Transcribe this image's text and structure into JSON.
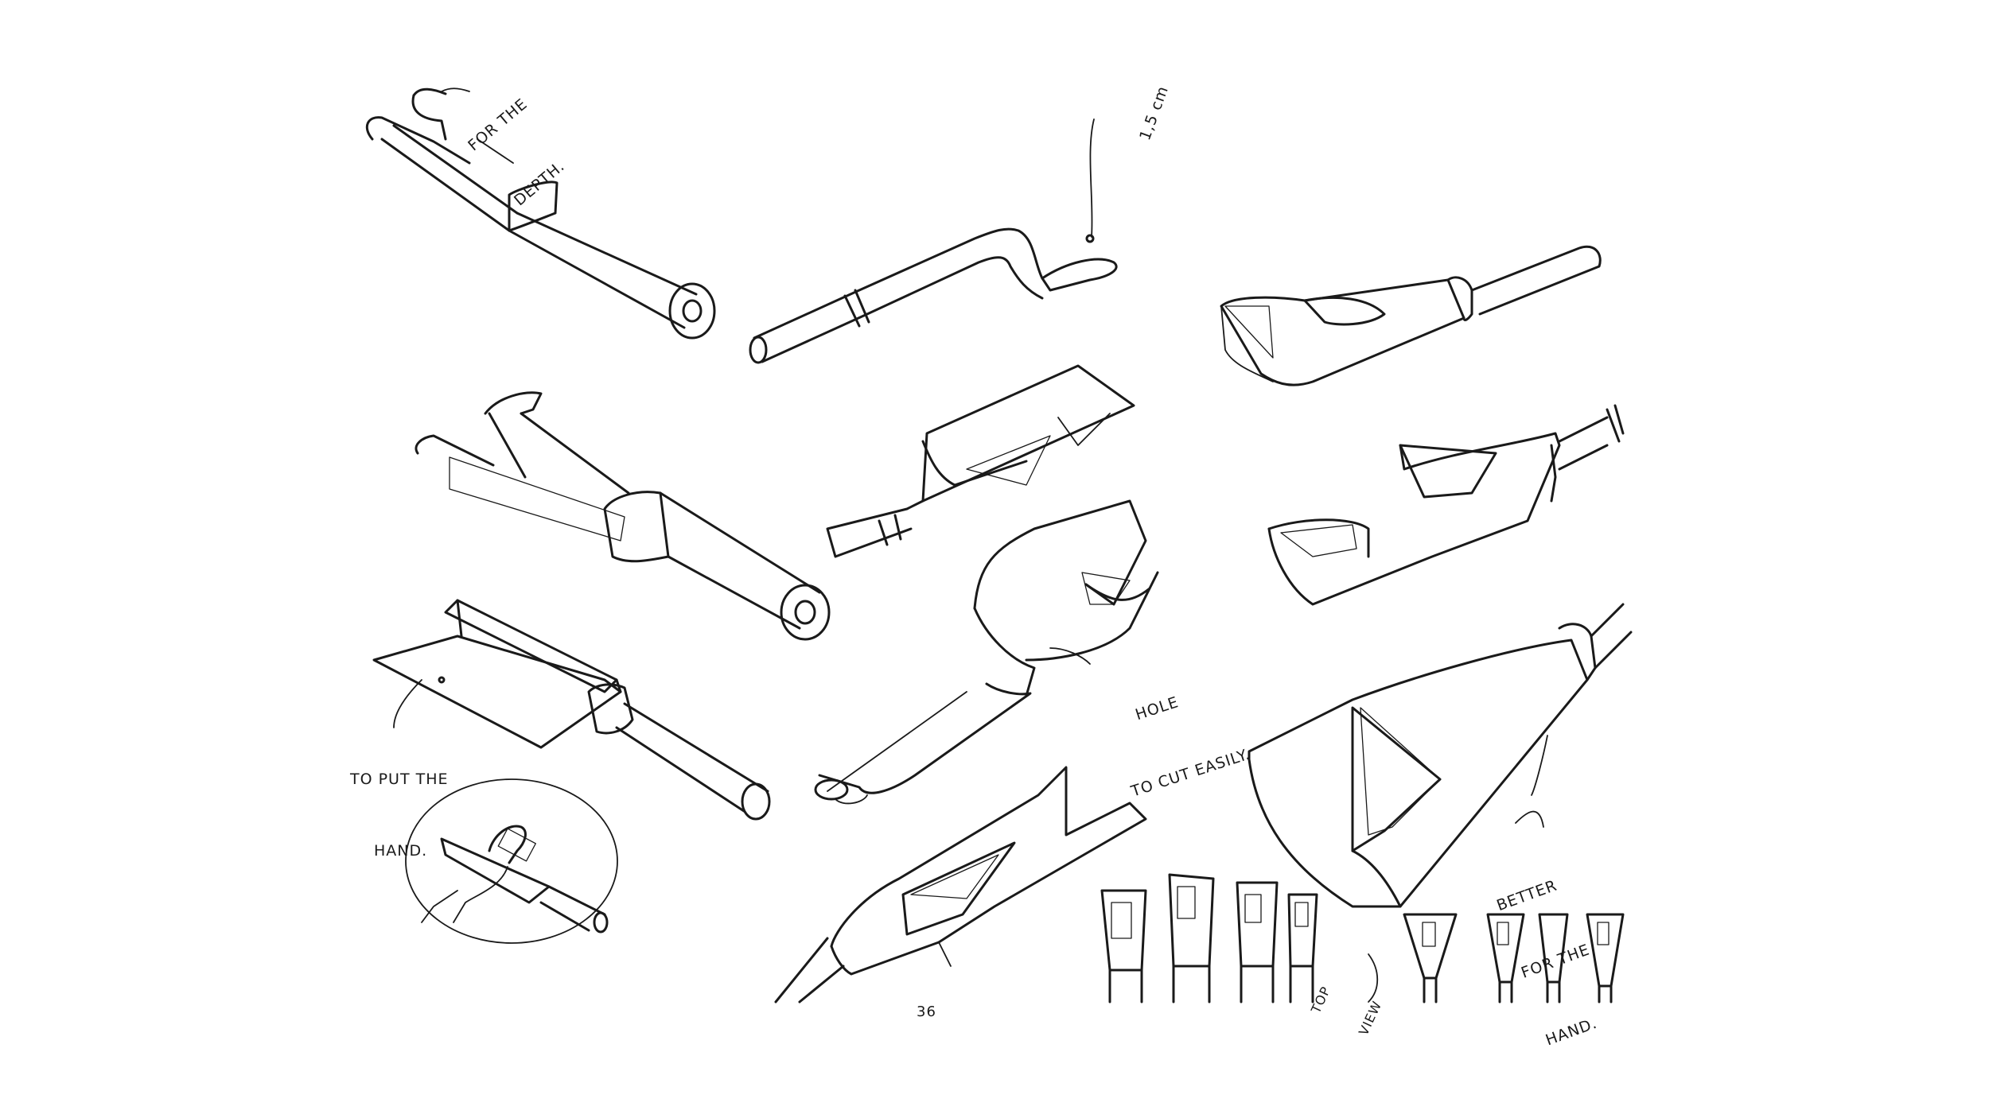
{
  "annotations": {
    "depth": [
      "FOR THE",
      "DEPTH."
    ],
    "measure": "1,5 cm",
    "hand_rest": [
      "TO PUT THE",
      "HAND."
    ],
    "hole": [
      "HOLE",
      "TO CUT EASILY."
    ],
    "grip": [
      "BETTER",
      "FOR THE",
      "HAND."
    ],
    "view": [
      "TOP",
      "VIEW"
    ],
    "number": "36"
  },
  "icons": [
    "depth-tool-sketch",
    "bent-rod-sketch",
    "scoop-sketch",
    "hand-grip-sketch"
  ]
}
